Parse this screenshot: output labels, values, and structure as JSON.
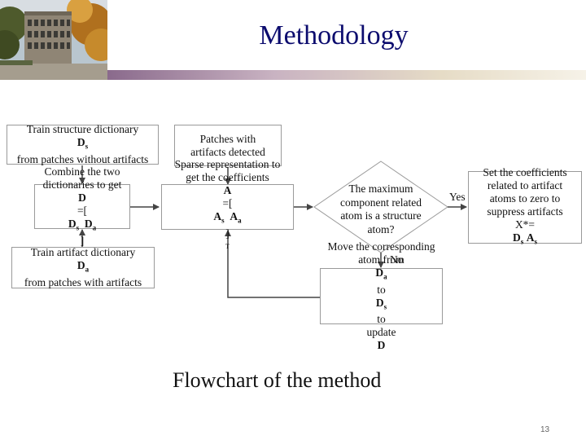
{
  "slide": {
    "title": "Methodology",
    "caption": "Flowchart of the method",
    "page_number": "13"
  },
  "flowchart": {
    "train_structure": {
      "line1": "Train structure dictionary ",
      "sym": "D",
      "sub": "s",
      "line2": "from patches without artifacts"
    },
    "patches": {
      "line1": "Patches with",
      "line2": "artifacts detected"
    },
    "combine": {
      "line1": "Combine the two",
      "line2": "dictionaries to get",
      "eq": "D",
      "eq_rest": "=[",
      "d1": "D",
      "d1_sub": "s",
      "d2": "D",
      "d2_sub": "a",
      "close": "]"
    },
    "sparse": {
      "line1": "Sparse representation to",
      "line2": "get the coefficients",
      "eq": "A",
      "eq_rest": "=[",
      "a1": "A",
      "a1_sub": "s",
      "a2": "A",
      "a2_sub": "a",
      "close": "]",
      "sup": "T"
    },
    "decision": {
      "line1": "The maximum",
      "line2": "component related",
      "line3": "atom is a structure",
      "line4": "atom?"
    },
    "set_coeff": {
      "line1": "Set the coefficients",
      "line2": "related to artifact",
      "line3": "atoms to zero to",
      "line4": "suppress artifacts",
      "eq": "X*=",
      "x1": "D",
      "x1_sub": "s",
      "x2": "A",
      "x2_sub": "s"
    },
    "train_artifact": {
      "line1": "Train artifact dictionary ",
      "sym": "D",
      "sub": "a",
      "line2": "from patches with artifacts"
    },
    "move": {
      "line1": "Move the corresponding",
      "pre": "atom from ",
      "d1": "D",
      "d1_sub": "a",
      "mid": " to ",
      "d2": "D",
      "d2_sub": "s",
      "post": " to",
      "line3": "update ",
      "line3_sym": "D"
    },
    "yes_label": "Yes",
    "no_label": "No"
  }
}
